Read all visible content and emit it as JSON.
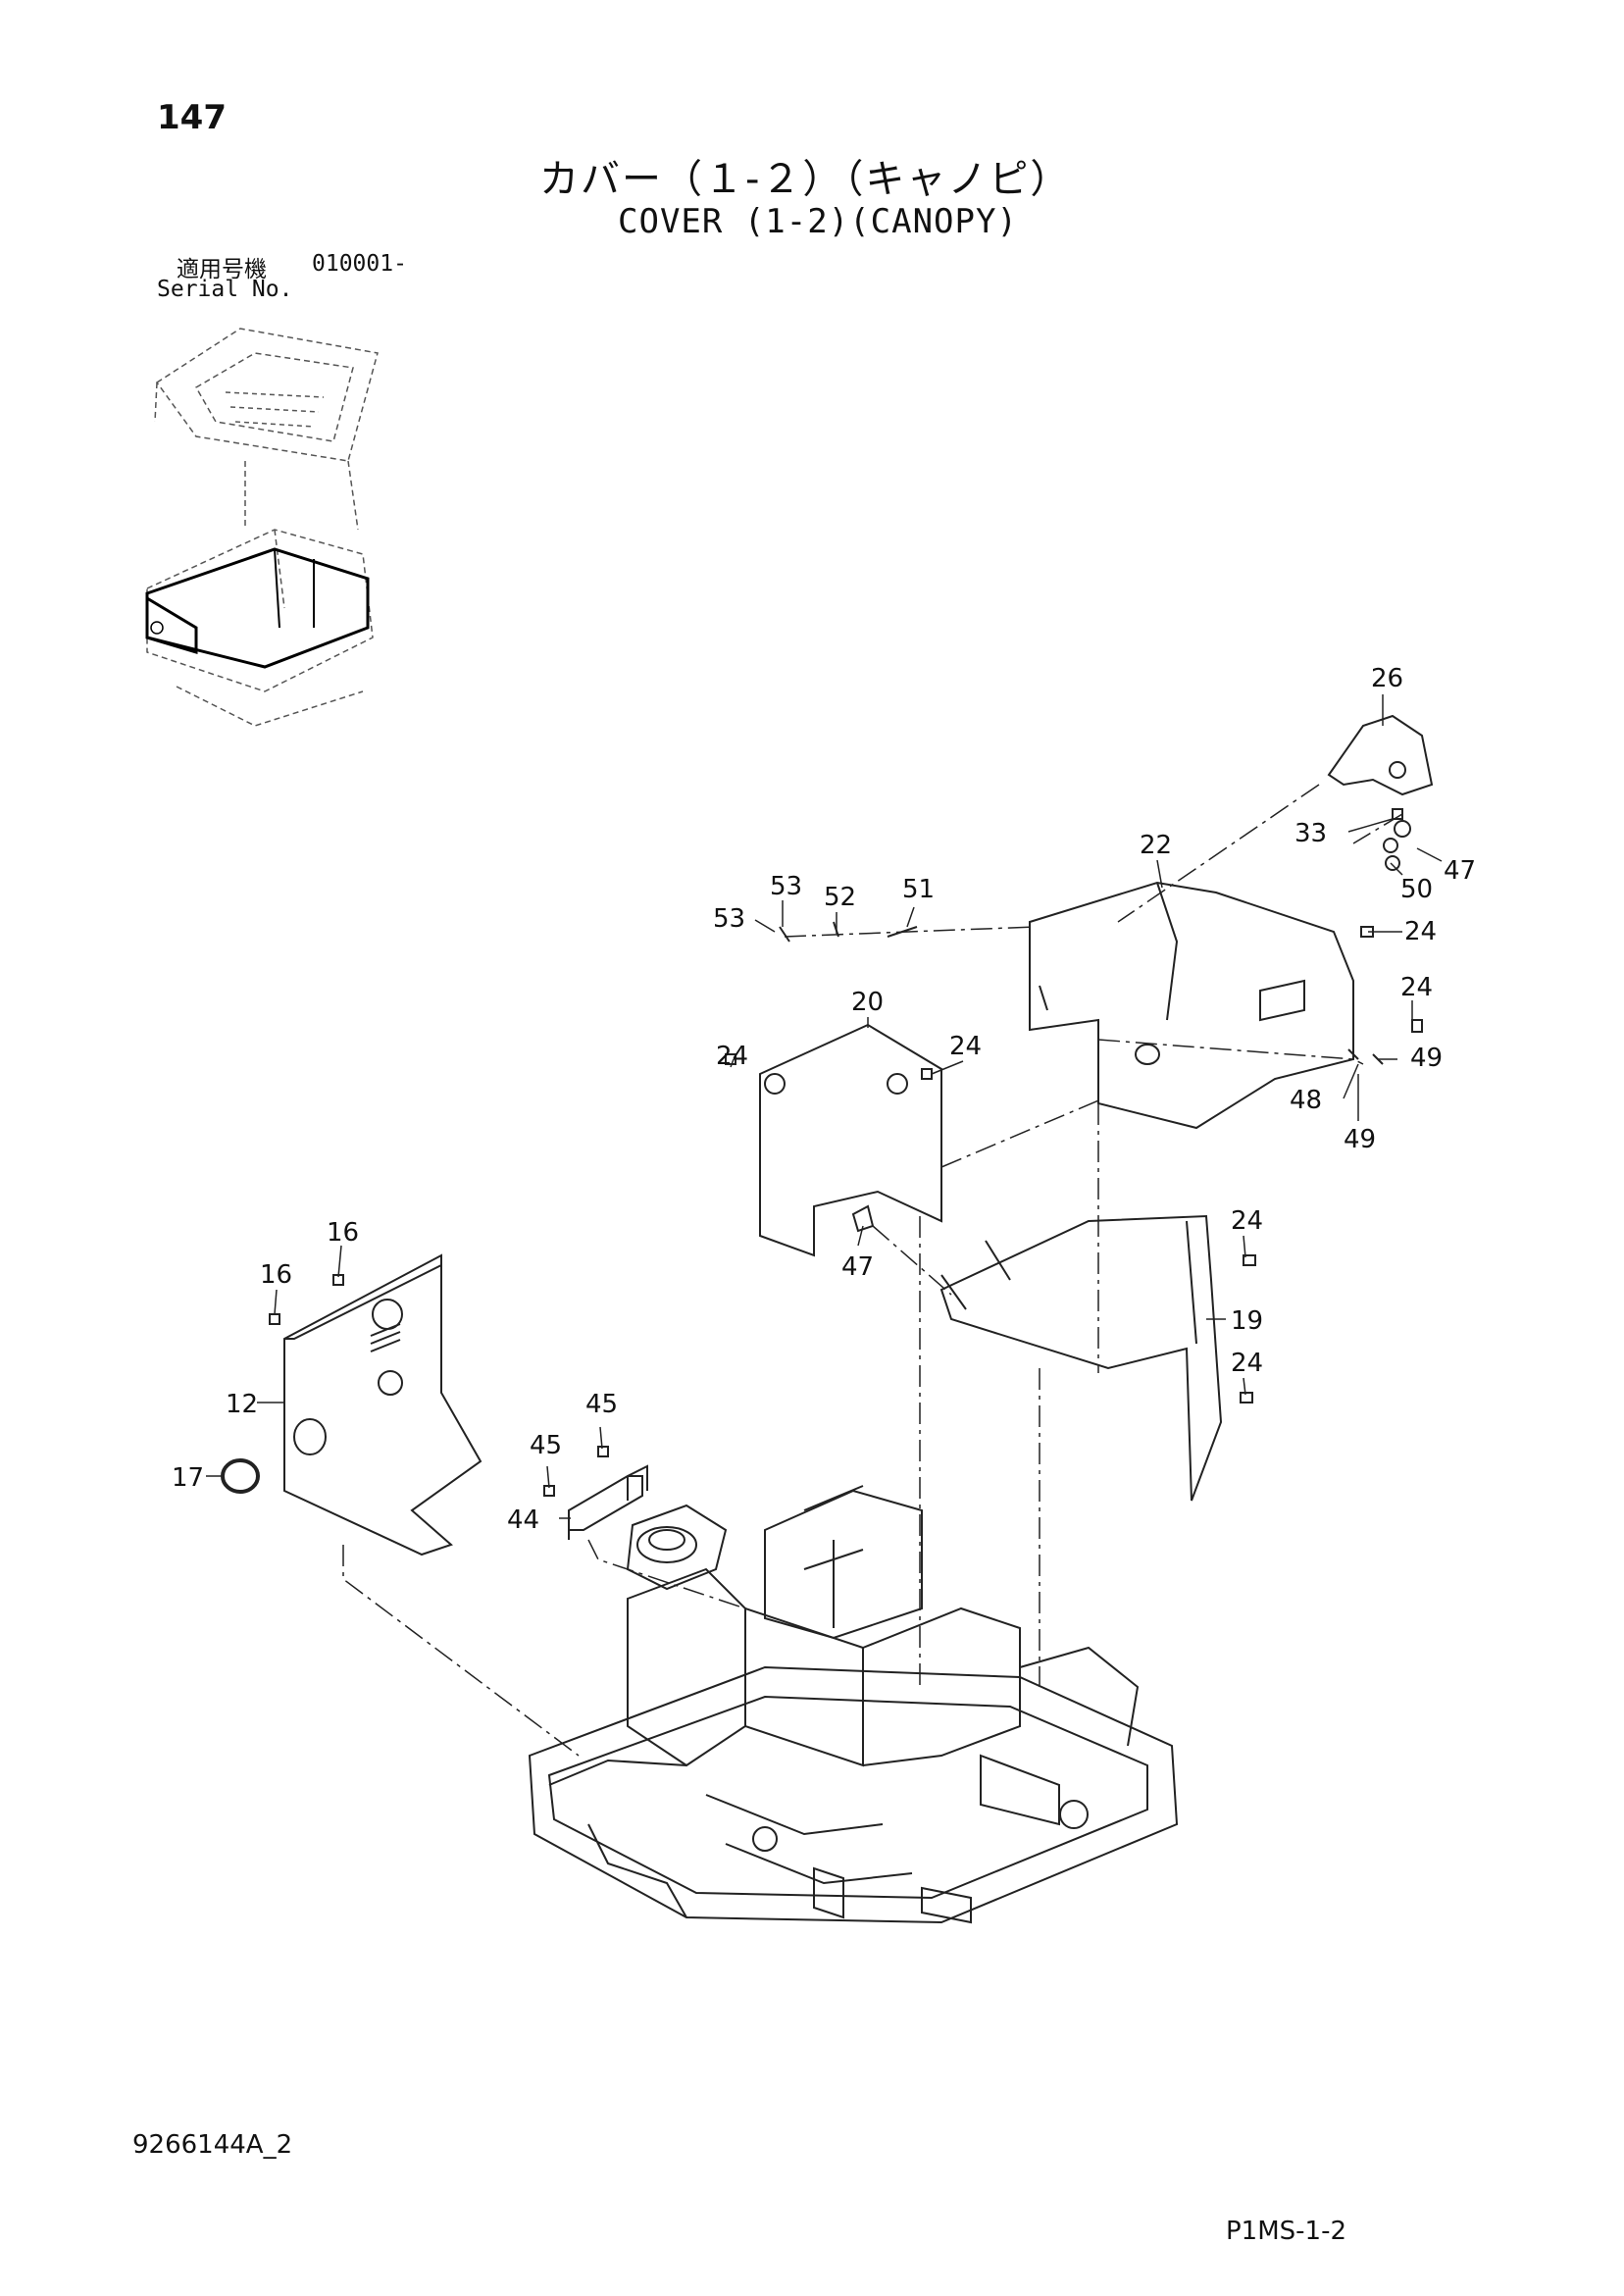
{
  "header": {
    "page_number": "147",
    "title_jp": "カバー（１-２）（キャノピ）",
    "title_en": "COVER (1-2)(CANOPY)",
    "serial_label_jp": "適用号機",
    "serial_value": "010001-",
    "serial_label_en": "Serial No."
  },
  "callouts": [
    {
      "id": "c26",
      "label": "26"
    },
    {
      "id": "c22",
      "label": "22"
    },
    {
      "id": "c33",
      "label": "33"
    },
    {
      "id": "c47a",
      "label": "47"
    },
    {
      "id": "c50",
      "label": "50"
    },
    {
      "id": "c53a",
      "label": "53"
    },
    {
      "id": "c53b",
      "label": "53"
    },
    {
      "id": "c52",
      "label": "52"
    },
    {
      "id": "c51",
      "label": "51"
    },
    {
      "id": "c24a",
      "label": "24"
    },
    {
      "id": "c24b",
      "label": "24"
    },
    {
      "id": "c20",
      "label": "20"
    },
    {
      "id": "c24c",
      "label": "24"
    },
    {
      "id": "c24d",
      "label": "24"
    },
    {
      "id": "c49a",
      "label": "49"
    },
    {
      "id": "c48",
      "label": "48"
    },
    {
      "id": "c49b",
      "label": "49"
    },
    {
      "id": "c47b",
      "label": "47"
    },
    {
      "id": "c24e",
      "label": "24"
    },
    {
      "id": "c19",
      "label": "19"
    },
    {
      "id": "c24f",
      "label": "24"
    },
    {
      "id": "c16a",
      "label": "16"
    },
    {
      "id": "c16b",
      "label": "16"
    },
    {
      "id": "c12",
      "label": "12"
    },
    {
      "id": "c17",
      "label": "17"
    },
    {
      "id": "c45a",
      "label": "45"
    },
    {
      "id": "c45b",
      "label": "45"
    },
    {
      "id": "c44",
      "label": "44"
    }
  ],
  "footer": {
    "doc_code": "9266144A_2",
    "page_code": "P1MS-1-2"
  }
}
